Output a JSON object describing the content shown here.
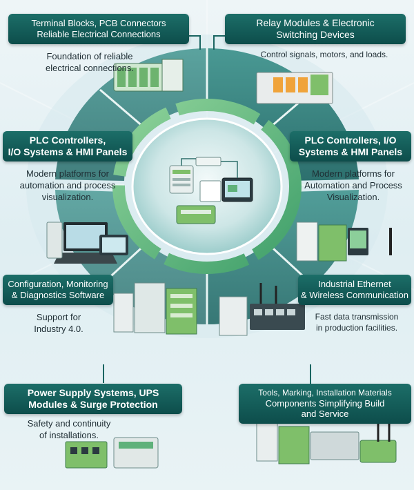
{
  "sections": {
    "terminal_blocks": {
      "title_line1": "Terminal Blocks, PCB Connectors",
      "title_line2": "Reliable Electrical Connections",
      "desc_line1": "Foundation of reliable",
      "desc_line2": "electrical connections."
    },
    "relay_modules": {
      "title_line1": "Relay Modules & Electronic",
      "title_line2": "Switching Devices",
      "desc_line1": "Control signals, motors, and loads."
    },
    "plc_left": {
      "title_line1": "PLC Controllers,",
      "title_line2": "I/O Systems & HMI Panels",
      "desc_line1": "Modern platforms for",
      "desc_line2": "automation and process",
      "desc_line3": "visualization."
    },
    "plc_right": {
      "title_line1": "PLC Controllers, I/O",
      "title_line2": "Systems & HMI Panels",
      "desc_line1": "Modern platforms for",
      "desc_line2": "Automation and Process",
      "desc_line3": "Visualization."
    },
    "software": {
      "title_line1": "Configuration, Monitoring",
      "title_line2": "& Diagnostics Software",
      "desc_line1": "Support for",
      "desc_line2": "Industry 4.0."
    },
    "ethernet": {
      "title_line1": "Industrial Ethernet",
      "title_line2": "& Wireless Communication",
      "desc_line1": "Fast data transmission",
      "desc_line2": "in production facilities."
    },
    "power": {
      "title_line1": "Power Supply Systems, UPS",
      "title_line2": "Modules & Surge Protection",
      "desc_line1": "Safety and continuity",
      "desc_line2": "of installations."
    },
    "tools": {
      "title_line1": "Tools, Marking, Installation Materials",
      "title_line2": "Components Simplifying Build",
      "title_line3": "and Service"
    }
  },
  "colors": {
    "banner": "#0f5350",
    "accent_green": "#5fb17a",
    "teal": "#2e8a86",
    "device_green": "#7fbf6a",
    "text_dark": "#1e2d33"
  },
  "icons": [
    "terminal-block-icon",
    "relay-module-icon",
    "plc-controller-icon",
    "laptop-hmi-icon",
    "server-rack-icon",
    "ethernet-switch-icon",
    "power-supply-icon",
    "tools-device-icon",
    "hmi-touchscreen-icon"
  ]
}
